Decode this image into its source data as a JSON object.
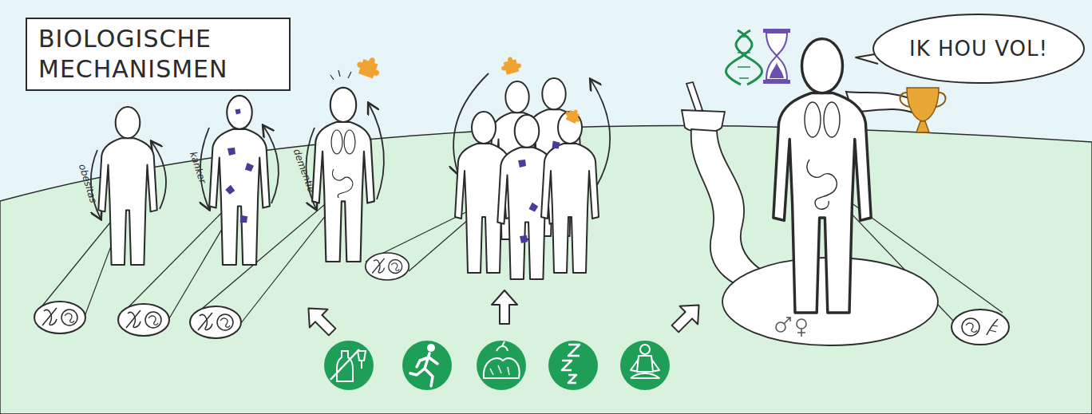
{
  "diagram": {
    "title": "BIOLOGISCHE MECHANISMEN",
    "nodes": [
      {
        "text": [
          "IK HOU VOL!"
        ]
      }
    ],
    "labels": [
      "obesitas",
      "kanker",
      "dementie"
    ]
  }
}
